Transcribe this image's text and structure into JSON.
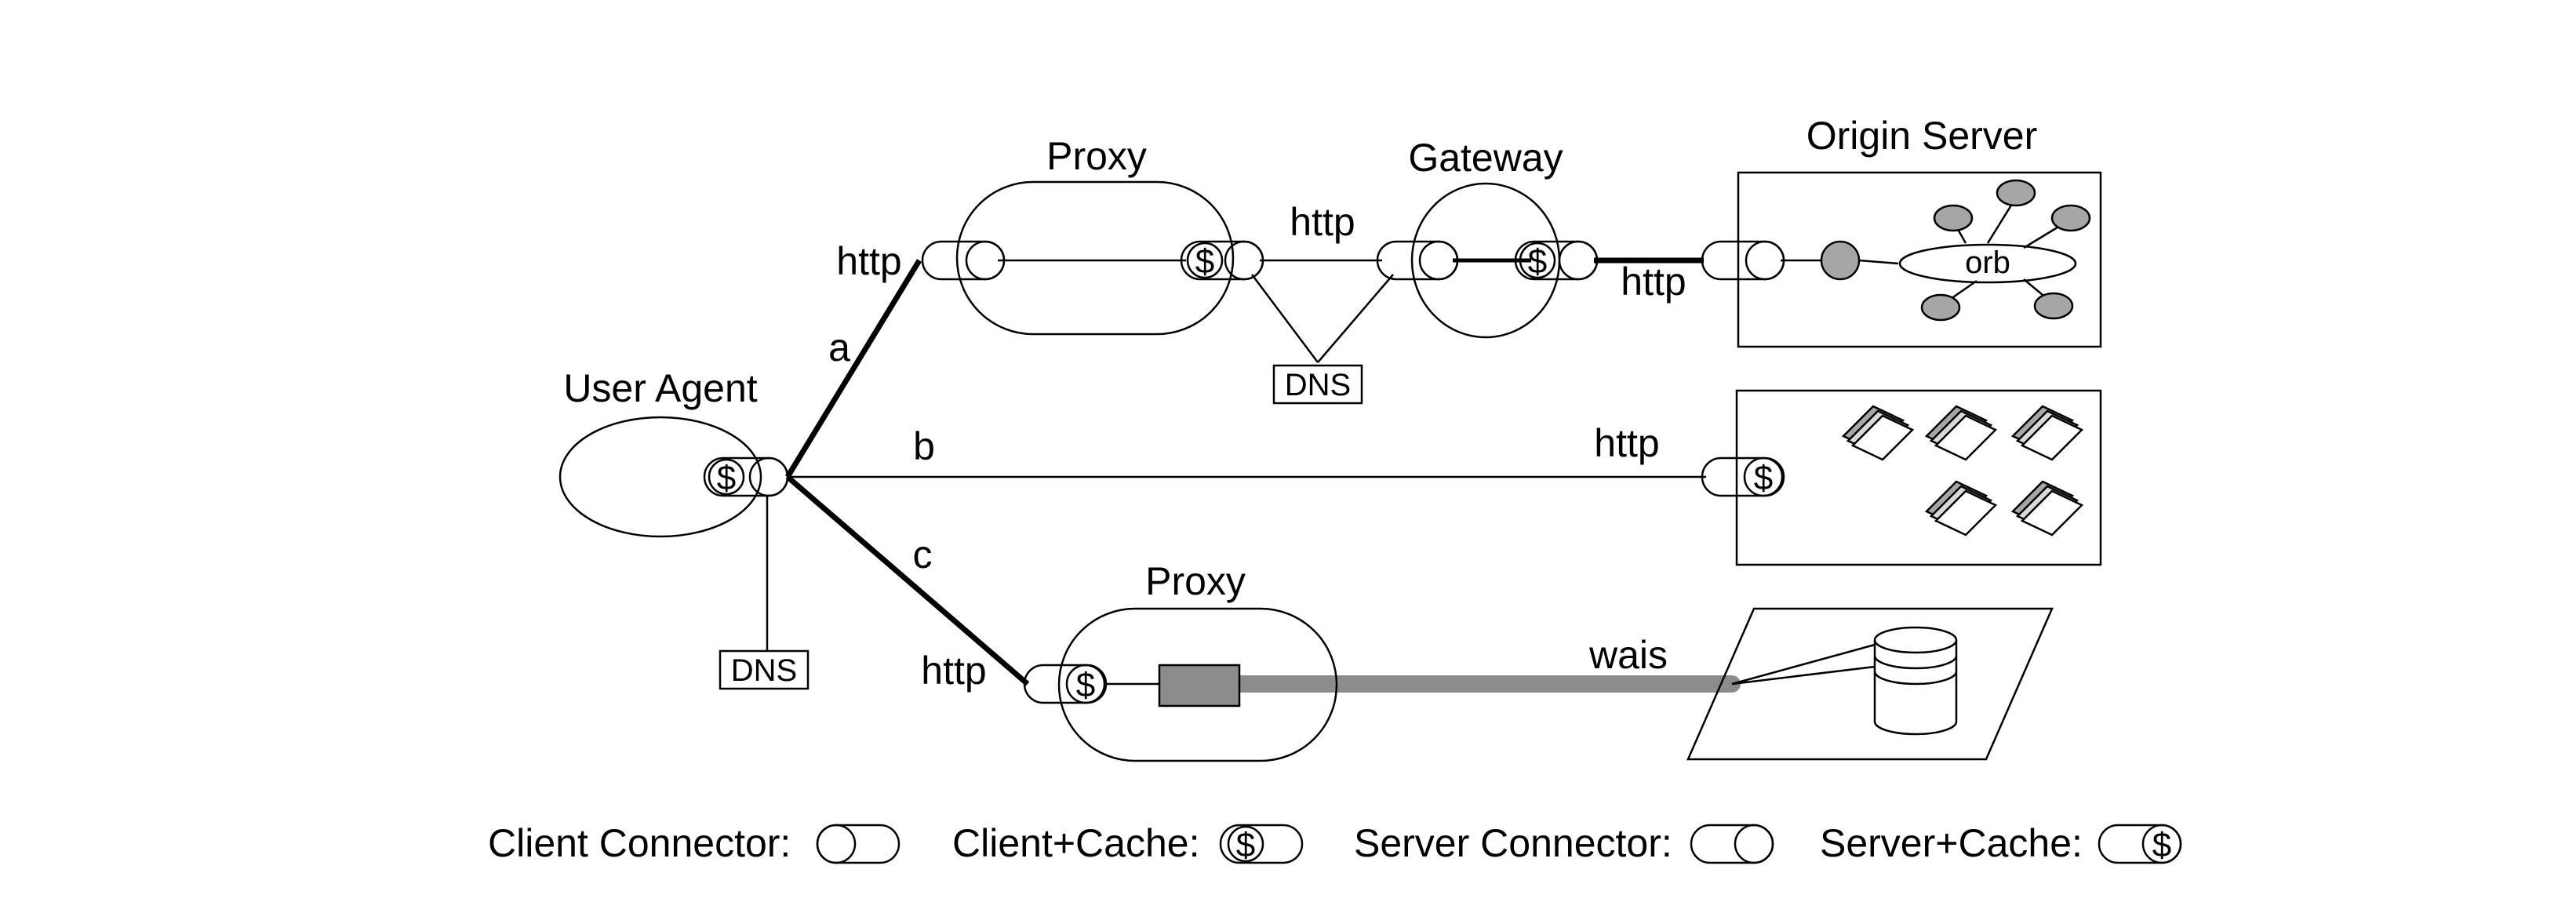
{
  "nodes": {
    "user_agent": "User Agent",
    "proxy_top": "Proxy",
    "gateway": "Gateway",
    "origin_server": "Origin Server",
    "orb": "orb",
    "proxy_bottom": "Proxy",
    "dns_top": "DNS",
    "dns_bottom": "DNS"
  },
  "links": {
    "a": "a",
    "b": "b",
    "c": "c",
    "http_a": "http",
    "http_proxy_gateway": "http",
    "http_gateway_origin": "http",
    "http_b": "http",
    "http_c": "http",
    "wais": "wais"
  },
  "cache_symbol": "$",
  "legend": {
    "client_connector": "Client Connector:",
    "client_cache": "Client+Cache:",
    "server_connector": "Server Connector:",
    "server_cache": "Server+Cache:"
  },
  "colors": {
    "line": "#000000",
    "fill_gray": "#a6a6a6",
    "wais_line": "#8c8c8c",
    "background": "#ffffff"
  }
}
